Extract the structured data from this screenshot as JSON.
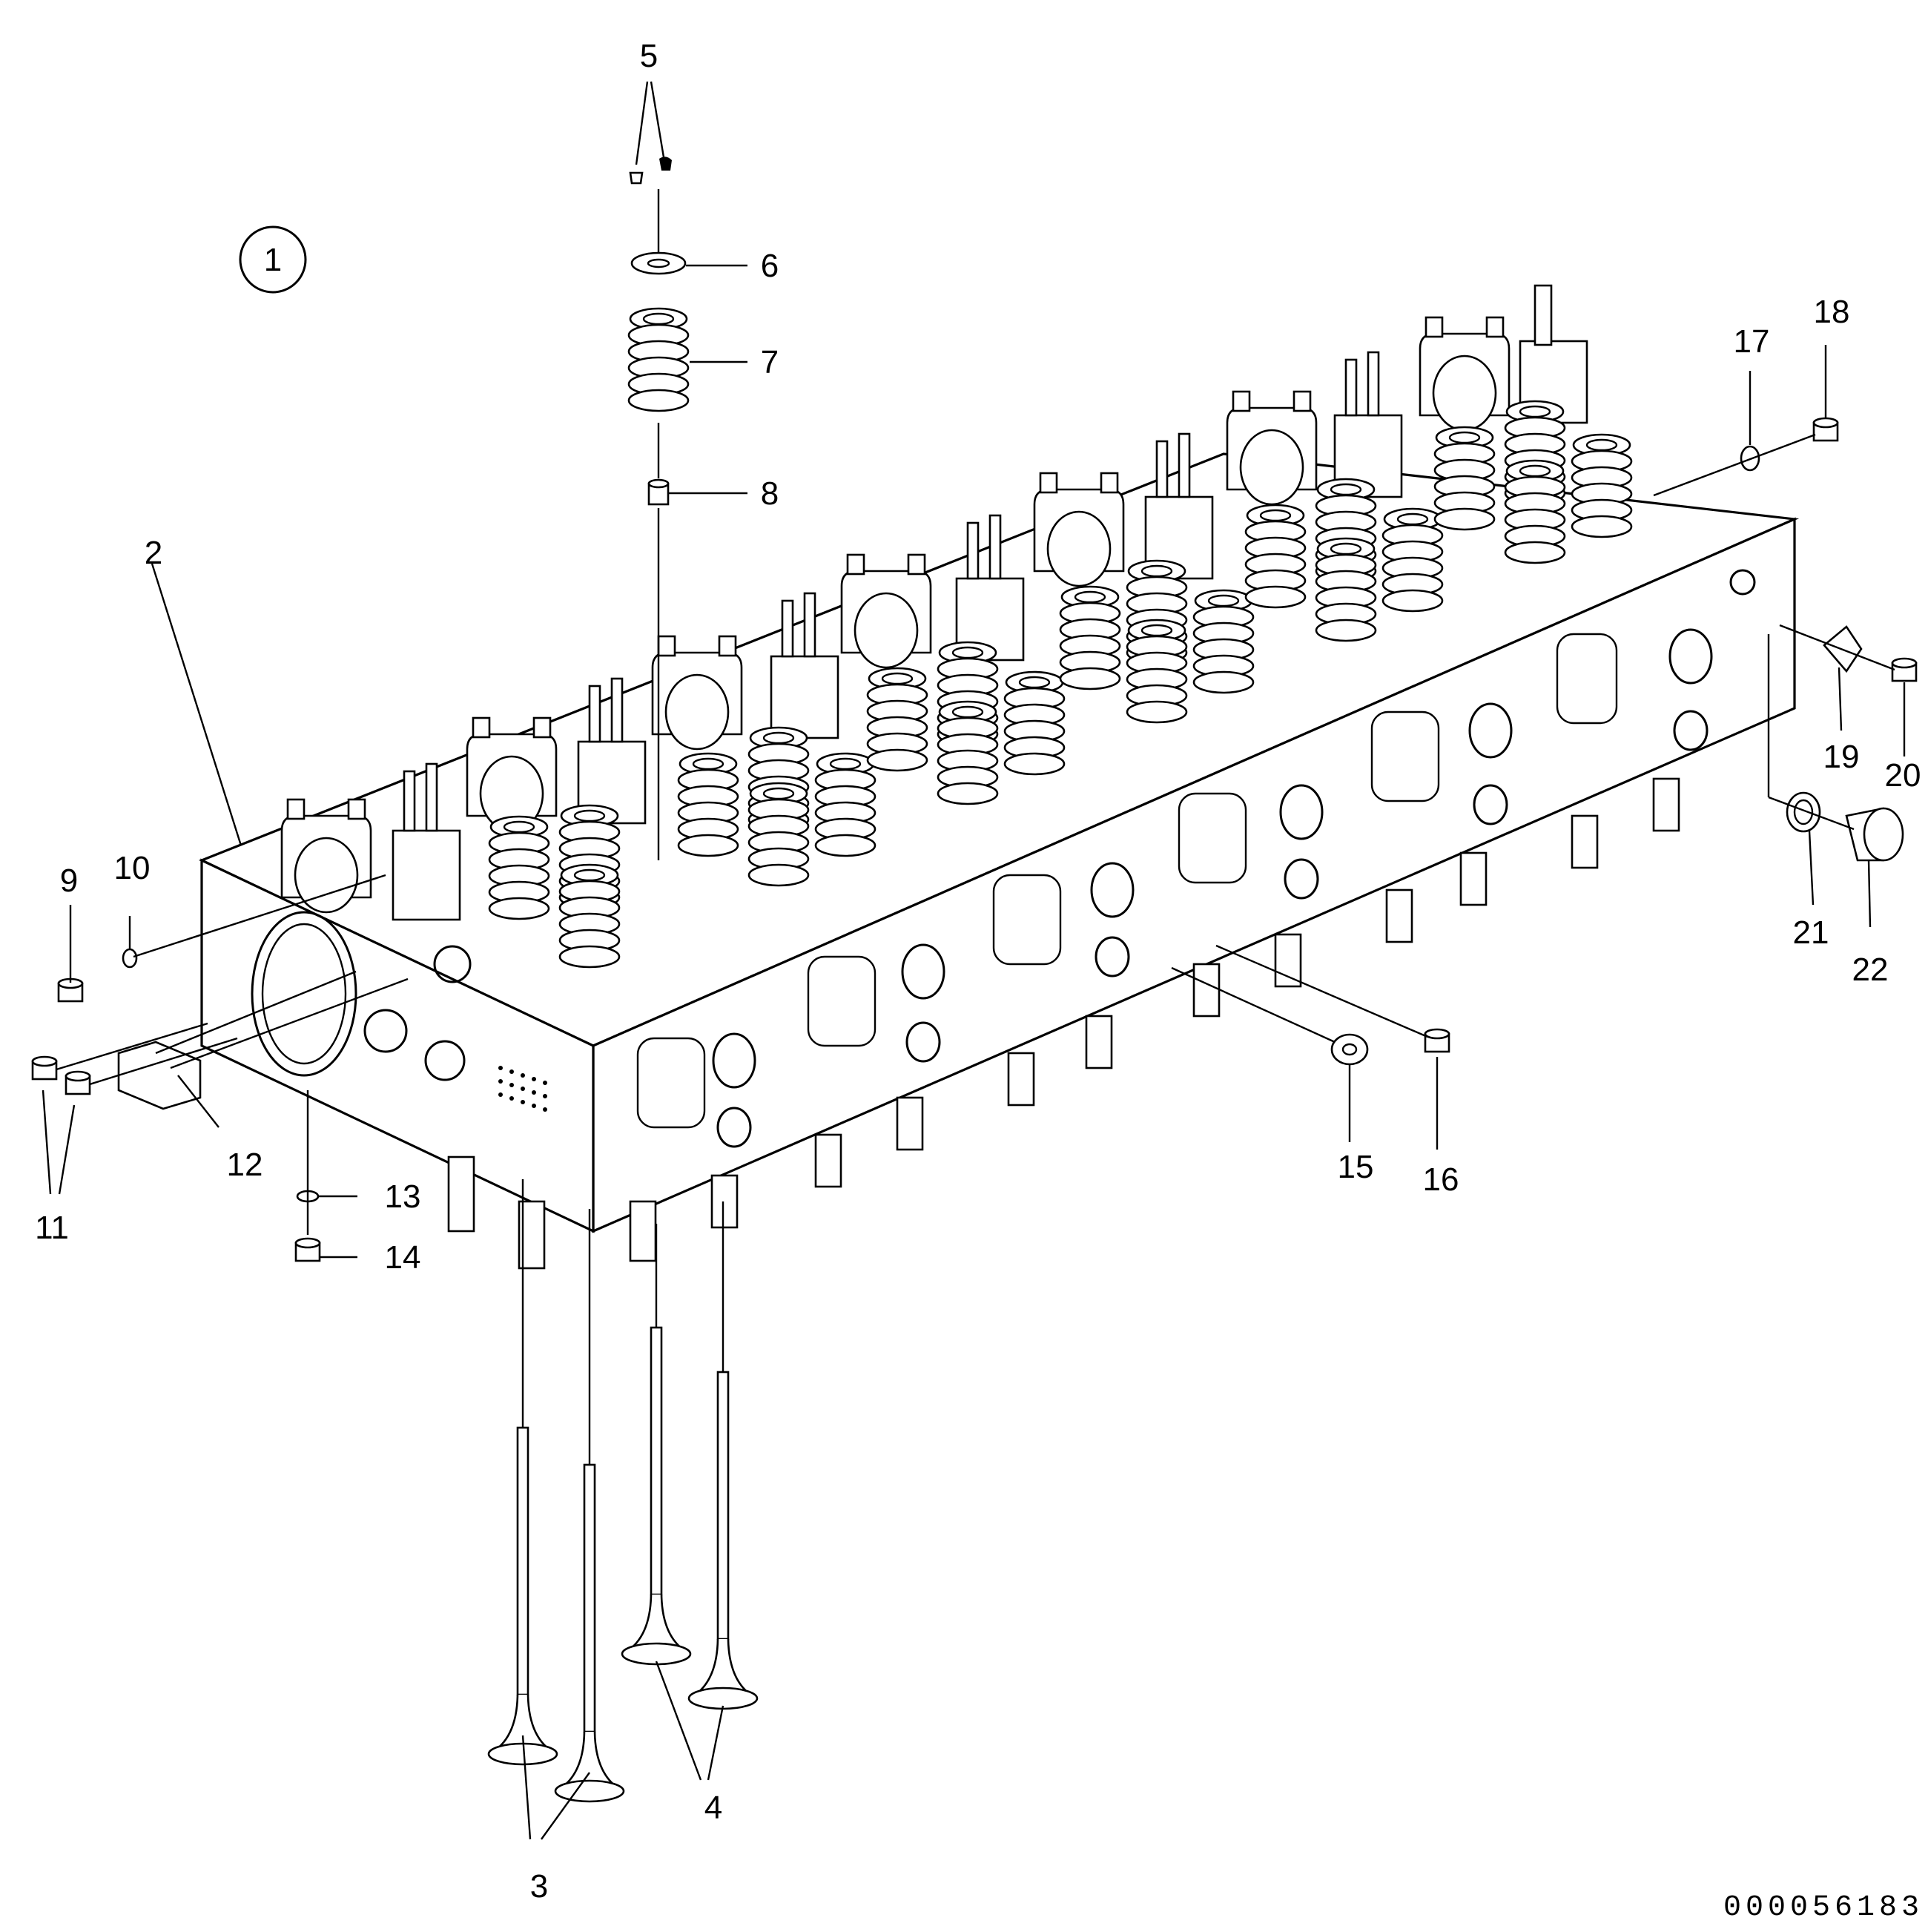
{
  "diagram": {
    "view_number": "1",
    "document_id": "000056183",
    "part_labels": [
      "2",
      "3",
      "4",
      "5",
      "6",
      "7",
      "8",
      "9",
      "10",
      "11",
      "12",
      "13",
      "14",
      "15",
      "16",
      "17",
      "18",
      "19",
      "20",
      "21",
      "22"
    ]
  }
}
